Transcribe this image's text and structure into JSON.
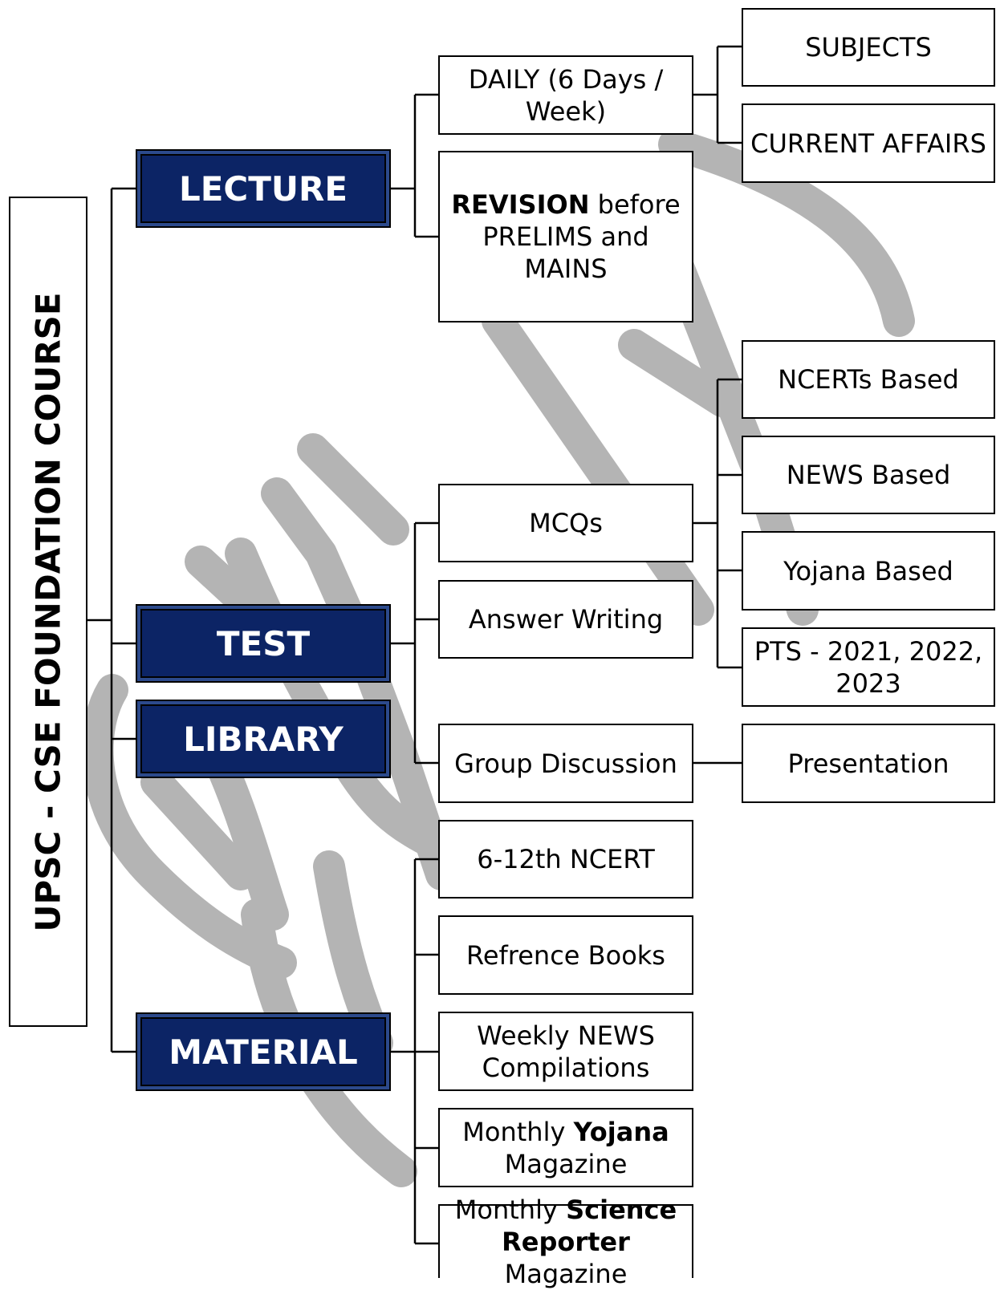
{
  "root": "UPSC - CSE FOUNDATION COURSE",
  "categories": {
    "lecture": "LECTURE",
    "test": "TEST",
    "library": "LIBRARY",
    "material": "MATERIAL"
  },
  "lecture": {
    "daily": "DAILY (6 Days / Week)",
    "revision_bold": "REVISION",
    "revision_rest": " before PRELIMS and MAINS",
    "subjects": "SUBJECTS",
    "current_affairs": "CURRENT AFFAIRS"
  },
  "test": {
    "mcqs": "MCQs",
    "answer_writing": "Answer Writing",
    "group_discussion": "Group Discussion",
    "ncerts_based": "NCERTs Based",
    "news_based": "NEWS Based",
    "yojana_based": "Yojana Based",
    "pts": "PTS - 2021, 2022, 2023",
    "presentation": "Presentation"
  },
  "material": {
    "ncert": "6-12th NCERT",
    "reference_books": "Refrence Books",
    "weekly_news": "Weekly NEWS Compilations",
    "yojana_pre": "Monthly ",
    "yojana_bold": "Yojana",
    "yojana_post": " Magazine",
    "science_pre": "Monthly ",
    "science_bold": "Science Reporter",
    "science_post": " Magazine"
  },
  "colors": {
    "category_fill": "#0c2465",
    "watermark": "#b4b4b4",
    "line": "#000000"
  }
}
